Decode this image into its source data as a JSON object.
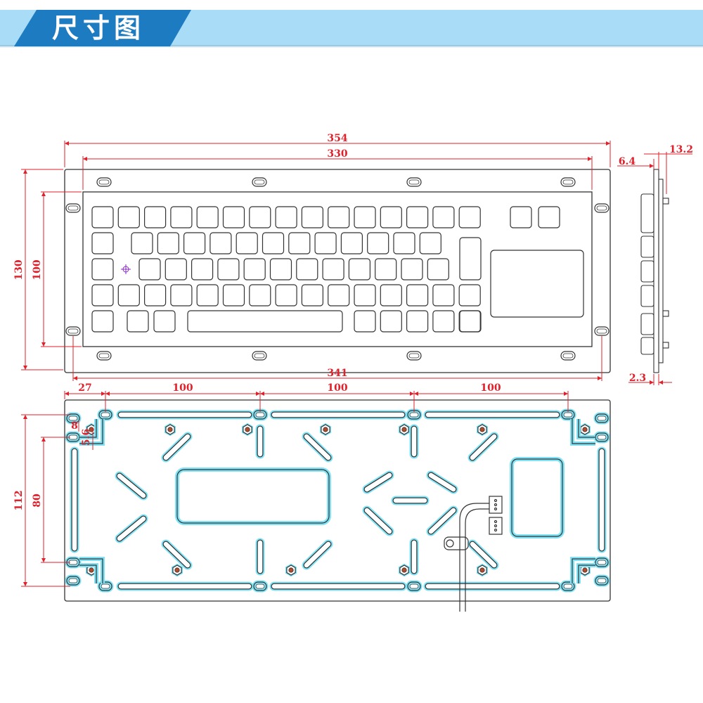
{
  "header": {
    "title": "尺寸图"
  },
  "colors": {
    "header_band": "#a9dcf6",
    "header_tab": "#1d7bc2",
    "dimension": "#e0202a",
    "outline": "#333333",
    "cutout_glow": "#7fe3f5"
  },
  "front_view": {
    "dims": {
      "width_total": "354",
      "width_inner": "330",
      "hole_span": "341",
      "height_total": "130",
      "height_inner": "100"
    }
  },
  "side_view": {
    "dims": {
      "top_a": "6.4",
      "top_b": "13.2",
      "bottom": "2.3"
    }
  },
  "rear_view": {
    "dims": {
      "offset": "27",
      "span_1": "100",
      "span_2": "100",
      "span_3": "100",
      "height_total": "112",
      "height_inner": "80",
      "small_a": "8",
      "small_b": "5.6"
    }
  }
}
